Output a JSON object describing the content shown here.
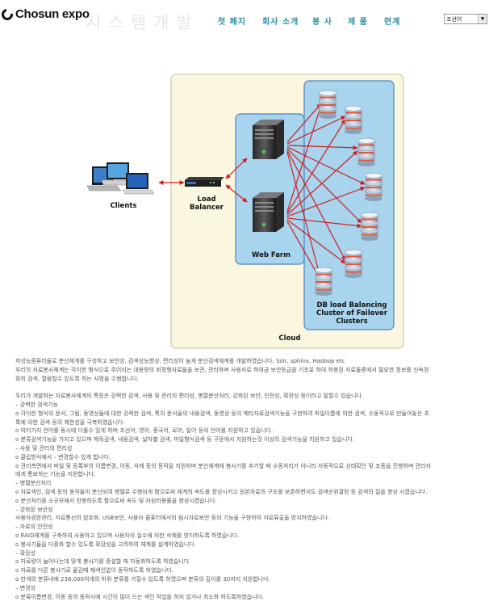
{
  "header": {
    "logo_text": "Chosun expo",
    "ghost_title": "시 스 템 개 발",
    "nav": [
      "첫 페지",
      "회사 소개",
      "봉 사",
      "제 품",
      "련계"
    ],
    "language_select": "조선어"
  },
  "diagram": {
    "clients_label": "Clients",
    "load_balancer_label": [
      "Load",
      "Balancer"
    ],
    "web_farm_label": "Web Farm",
    "cluster_label": [
      "DB load Balancing",
      "Cluster of Failover",
      "Clusters"
    ],
    "cloud_label": "Cloud",
    "colors": {
      "cloud_bg": "#faf6df",
      "cloud_border": "#c8c09a",
      "panel": "#a9d4ee",
      "panel_border": "#4a86bd",
      "arrow": "#cc1f1f"
    }
  },
  "paragraphs": [
    "저성능콤퓨터들로 분산체계를 구성하고 보안성, 검색성능향상, 편리성이 높게 분산검색체계를 개발하였습니다. Solr, sphinx, Hadoop etc",
    "우리의 자료봉사체계는 각이한 형식으로 주어지는 대용량의 비정형자료들을 보관, 관리하며 사용자로 하여금 보안등급을 기초로 하여 허용된 자료들중에서 필요한 정보를 신속정",
    "확히 검색, 열람할수 있도록 하는 사명을 수행합니다.",
    "",
    "우리가 개발하는 자료봉사체계의 특징은 강력한 검색, 사용 및 관리의 편리성, 병렬분산처리, 강화된 보안, 안전성, 확장성 등이라고 말할수 있습니다.",
    "– 강력한 검색기능",
    "o 각이한 형식의 문서, 그림, 동영상들에 대한 강력한 검색, 특히 문서들의 내용검색, 동영상 등의 메타자료검색기능을 구현하여 파일이름에 의한 검색, 수동적으로 만들어놓은 초",
    "록에 의한 검색 등의 제한성을 극복하였습니다.",
    "o 여러가지 언어를 동시에 다룰수 있게 하며 조선어, 영어, 중국어, 로어, 일어 등의 언어를 지원하고 있습니다.",
    "o 분류검색기능을 가지고 있으며 제목검색, 내용검색, 날자별 검색, 파일형식검색 등 구문에서 지원하는것 이상의 검색기능을 지원하고 있습니다.",
    "– 사용 및 관리의 편리성",
    "o 클립방식에서 – 변경할수 있게 합니다.",
    "o 관리측면에서 파일 및 등록부의 이름변경, 이동, 삭제 등의 동작을 지원하며 분산체계에 봉사기를 추가할 때 수동처리가 아니라 자동적으로 상태확인 및 조종을 진행하며 관리자",
    "에게 통보하는 기능을 지원합니다.",
    "– 병렬분산처리",
    "o 자료색인, 검색 등의 동작들이 분산되여 병렬로 수행되게 함으로써 체계의 속도를 향상시키고 원본자료의 구조를 보존하면서도 검색순위결정 등 검색의 질을 향상 시켰습니다.",
    "o 분산처리를 소규모에서 진행하도록 함으로써 속도 및 자원리용률을 향상시켰습니다.",
    "– 강화된 보안성",
    "사용자권한관리, 자료통신의 암호화, USB보안, 사용자 콤퓨터에서의 림시자료보안 등의 기능을 구현하여 자료류출을 방지하였습니다.",
    "– 자료의 안전성",
    "o RAID체계를 구축하여 사용하고 있으며 사용자의 실수에 의한 삭제를 방지하도록 하였습니다.",
    "o 봉사기들을 다중화 할수 있도록 확장성을 고려하여 체계를 설계하였습니다.",
    "– 확장성",
    "o 자료량이 늘어나는데 맞게 봉사기를 증설할 때 자동화하도록 하였습니다.",
    "o 자료를 다른 봉사기로 옮김때 재색인없이 동작하도록 하였습니다.",
    "o 한개의 분류내에 238,000여개의 하위 분류를 가질수 있도록 하였으며 분류의 깊이를 30까지 지원합니다.",
    "– 변경성",
    "o 분류이름변경, 이동 등의 동작시에 시간이 많이 드는 색인 작업을 하지 않거나 최소화 하도록하였습니다."
  ]
}
